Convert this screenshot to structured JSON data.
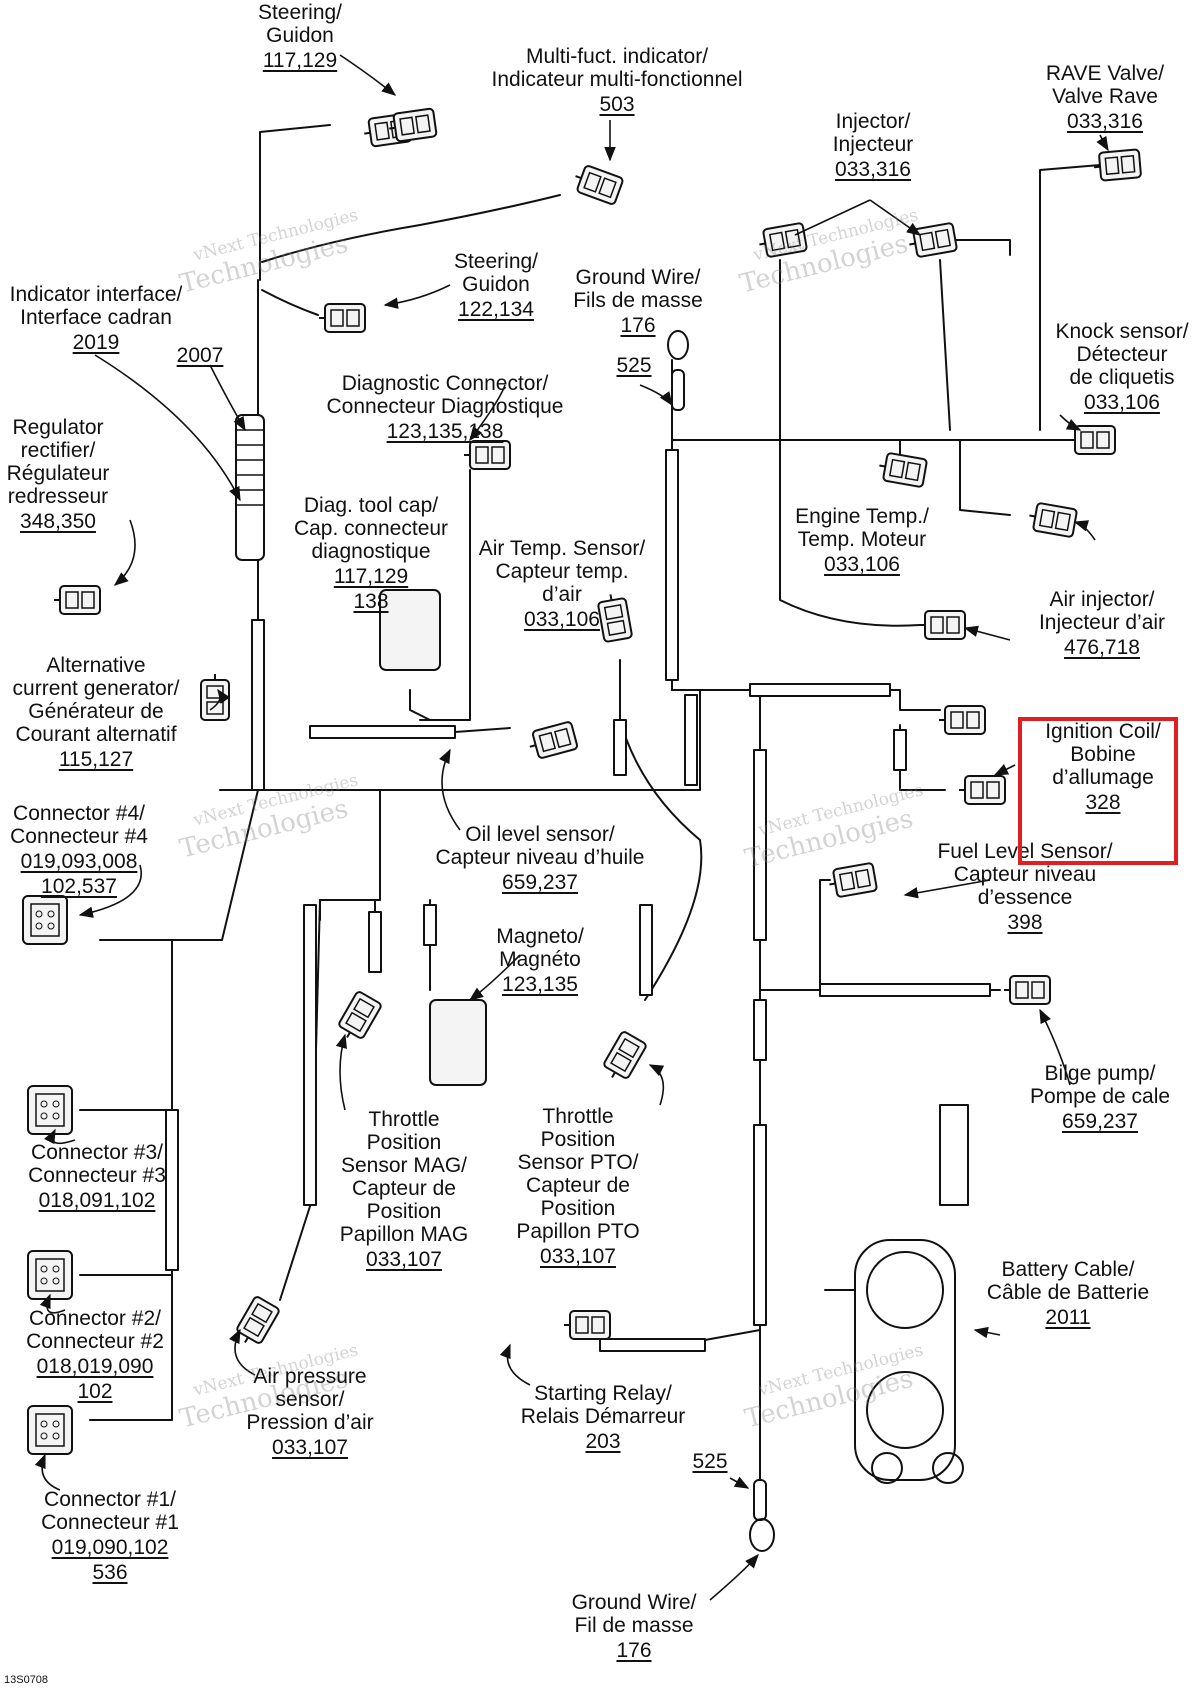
{
  "figure_code": "13S0708",
  "watermark": {
    "line1": "vNext Technologies",
    "line2": "Technologies"
  },
  "highlight_color": "#e02020",
  "labels": [
    {
      "id": "steering-1",
      "lines": [
        "Steering/",
        "Guidon"
      ],
      "refs": "117,129"
    },
    {
      "id": "multi-fuct-indicator",
      "lines": [
        "Multi-fuct. indicator/",
        "Indicateur multi-fonctionnel"
      ],
      "refs": "503"
    },
    {
      "id": "rave-valve",
      "lines": [
        "RAVE Valve/",
        "Valve Rave"
      ],
      "refs": "033,316"
    },
    {
      "id": "injector",
      "lines": [
        "Injector/",
        "Injecteur"
      ],
      "refs": "033,316"
    },
    {
      "id": "steering-2",
      "lines": [
        "Steering/",
        "Guidon"
      ],
      "refs": "122,134"
    },
    {
      "id": "ground-wire-1",
      "lines": [
        "Ground Wire/",
        "Fils de masse"
      ],
      "refs": "176"
    },
    {
      "id": "indicator-interface",
      "lines": [
        "Indicator interface/",
        "Interface cadran"
      ],
      "refs": "2019"
    },
    {
      "id": "knock-sensor",
      "lines": [
        "Knock sensor/",
        "Détecteur",
        "de cliquetis"
      ],
      "refs": "033,106"
    },
    {
      "id": "diagnostic-connector",
      "lines": [
        "Diagnostic Connector/",
        "Connecteur Diagnostique"
      ],
      "refs": "123,135,138"
    },
    {
      "id": "regulator-rectifier",
      "lines": [
        "Regulator",
        "rectifier/",
        "Régulateur",
        "redresseur"
      ],
      "refs": "348,350"
    },
    {
      "id": "engine-temp",
      "lines": [
        "Engine Temp./",
        "Temp. Moteur"
      ],
      "refs": "033,106"
    },
    {
      "id": "diag-tool-cap",
      "lines": [
        "Diag. tool cap/",
        "Cap. connecteur",
        "diagnostique"
      ],
      "refs": "117,129",
      "refs2": "138"
    },
    {
      "id": "air-temp-sensor",
      "lines": [
        "Air Temp. Sensor/",
        "Capteur temp.",
        "d’air"
      ],
      "refs": "033,106"
    },
    {
      "id": "air-injector",
      "lines": [
        "Air injector/",
        "Injecteur d’air"
      ],
      "refs": "476,718"
    },
    {
      "id": "alternative-current-generator",
      "lines": [
        "Alternative",
        "current generator/",
        "Générateur de",
        "Courant alternatif"
      ],
      "refs": "115,127"
    },
    {
      "id": "ignition-coil",
      "lines": [
        "Ignition Coil/",
        "Bobine",
        "d’allumage"
      ],
      "refs": "328"
    },
    {
      "id": "connector-4",
      "lines": [
        "Connector #4/",
        "Connecteur #4"
      ],
      "refs": "019,093,008",
      "refs2": "102,537"
    },
    {
      "id": "oil-level-sensor",
      "lines": [
        "Oil level sensor/",
        "Capteur niveau d’huile"
      ],
      "refs": "659,237"
    },
    {
      "id": "fuel-level-sensor",
      "lines": [
        "Fuel Level Sensor/",
        "Capteur niveau",
        "d’essence"
      ],
      "refs": "398"
    },
    {
      "id": "magneto",
      "lines": [
        "Magneto/",
        "Magnéto"
      ],
      "refs": "123,135"
    },
    {
      "id": "bilge-pump",
      "lines": [
        "Bilge pump/",
        "Pompe de cale"
      ],
      "refs": "659,237"
    },
    {
      "id": "throttle-position-sensor-mag",
      "lines": [
        "Throttle",
        "Position",
        "Sensor MAG/",
        "Capteur de",
        "Position",
        "Papillon MAG"
      ],
      "refs": "033,107"
    },
    {
      "id": "throttle-position-sensor-pto",
      "lines": [
        "Throttle",
        "Position",
        "Sensor PTO/",
        "Capteur de",
        "Position",
        "Papillon PTO"
      ],
      "refs": "033,107"
    },
    {
      "id": "connector-3",
      "lines": [
        "Connector #3/",
        "Connecteur #3"
      ],
      "refs": "018,091,102"
    },
    {
      "id": "battery-cable",
      "lines": [
        "Battery Cable/",
        "Câble de Batterie"
      ],
      "refs": "2011"
    },
    {
      "id": "connector-2",
      "lines": [
        "Connector #2/",
        "Connecteur #2"
      ],
      "refs": "018,019,090",
      "refs2": "102"
    },
    {
      "id": "air-pressure-sensor",
      "lines": [
        "Air pressure",
        "sensor/",
        "Pression d’air"
      ],
      "refs": "033,107"
    },
    {
      "id": "starting-relay",
      "lines": [
        "Starting Relay/",
        "Relais Démarreur"
      ],
      "refs": "203"
    },
    {
      "id": "connector-1",
      "lines": [
        "Connector #1/",
        "Connecteur #1"
      ],
      "refs": "019,090,102",
      "refs2": "536"
    },
    {
      "id": "ground-wire-2",
      "lines": [
        "Ground Wire/",
        "Fil de masse"
      ],
      "refs": "176"
    }
  ],
  "tags": [
    {
      "id": "ref-2007",
      "text": "2007"
    },
    {
      "id": "ref-525-top",
      "text": "525"
    },
    {
      "id": "ref-525-bottom",
      "text": "525"
    }
  ]
}
